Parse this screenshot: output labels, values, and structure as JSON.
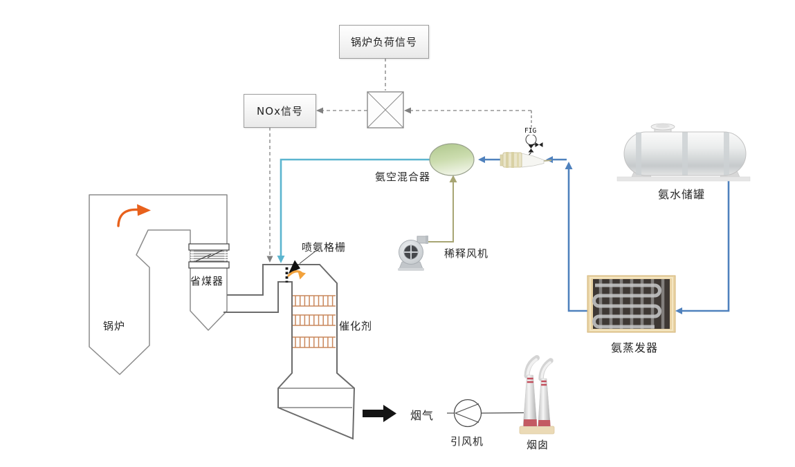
{
  "diagram": {
    "boxes": {
      "boiler_load_signal": "锅炉负荷信号",
      "nox_signal": "NOx信号"
    },
    "labels": {
      "mixer": "氨空混合器",
      "tank": "氨水储罐",
      "evaporator": "氨蒸发器",
      "dilution_fan": "稀释风机",
      "injection_grid": "喷氨格栅",
      "economizer": "省煤器",
      "boiler": "锅炉",
      "catalyst": "催化剂",
      "flue_gas": "烟气",
      "id_fan": "引风机",
      "chimney": "烟囱",
      "instrument_tag": "FIG"
    },
    "colors": {
      "pipe_blue": "#4F81BD",
      "pipe_cyan": "#5BB5CF",
      "pipe_olive": "#A7A573",
      "signal_dash_gray": "#808080",
      "boiler_flow_arrow": "#E8611C",
      "grid_flow_arrow": "#F2A23C",
      "catalyst_orange": "#C9875B",
      "evaporator_frame": "#E9D3A4",
      "chimney_band_red": "#C35A62"
    }
  }
}
